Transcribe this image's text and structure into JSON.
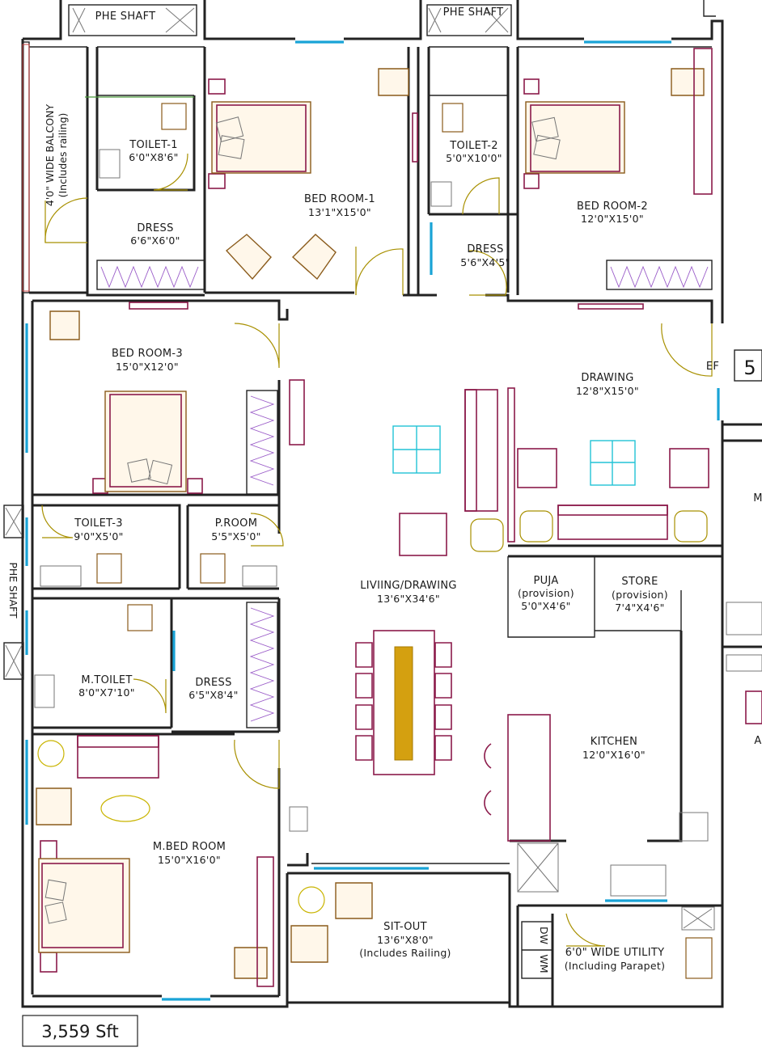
{
  "plan": {
    "area_label": "3,559 Sft",
    "unit_number": "5",
    "ef_label": "EF",
    "dw_label": "DW",
    "wm_label": "WM",
    "edge_labels": [
      "PHE SHAFT",
      "PHE SHAFT",
      "M",
      "A",
      "PHE SHAFT"
    ],
    "rooms": [
      {
        "name": "TOILET-1",
        "dim": "6'0\"X8'6\""
      },
      {
        "name": "BED ROOM-1",
        "dim": "13'1\"X15'0\""
      },
      {
        "name": "TOILET-2",
        "dim": "5'0\"X10'0\""
      },
      {
        "name": "BED ROOM-2",
        "dim": "12'0\"X15'0\""
      },
      {
        "name": "DRESS",
        "dim": "6'6\"X6'0\""
      },
      {
        "name": "DRESS",
        "dim": "5'6\"X4'5\""
      },
      {
        "name": "BED ROOM-3",
        "dim": "15'0\"X12'0\""
      },
      {
        "name": "DRAWING",
        "dim": "12'8\"X15'0\""
      },
      {
        "name": "TOILET-3",
        "dim": "9'0\"X5'0\""
      },
      {
        "name": "P.ROOM",
        "dim": "5'5\"X5'0\""
      },
      {
        "name": "LIVIING/DRAWING",
        "dim": "13'6\"X34'6\""
      },
      {
        "name": "PUJA",
        "sub": "(provision)",
        "dim": "5'0\"X4'6\""
      },
      {
        "name": "STORE",
        "sub": "(provision)",
        "dim": "7'4\"X4'6\""
      },
      {
        "name": "M.TOILET",
        "dim": "8'0\"X7'10\""
      },
      {
        "name": "DRESS",
        "dim": "6'5\"X8'4\""
      },
      {
        "name": "KITCHEN",
        "dim": "12'0\"X16'0\""
      },
      {
        "name": "M.BED ROOM",
        "dim": "15'0\"X16'0\""
      },
      {
        "name": "SIT-OUT",
        "dim": "13'6\"X8'0\"",
        "sub": "(Includes Railing)"
      },
      {
        "name": "6'0\" WIDE UTILITY",
        "sub": "(Including Parapet)"
      }
    ],
    "balcony": {
      "line1": "4'0\" WIDE BALCONY",
      "line2": "(Includes railing)"
    }
  }
}
